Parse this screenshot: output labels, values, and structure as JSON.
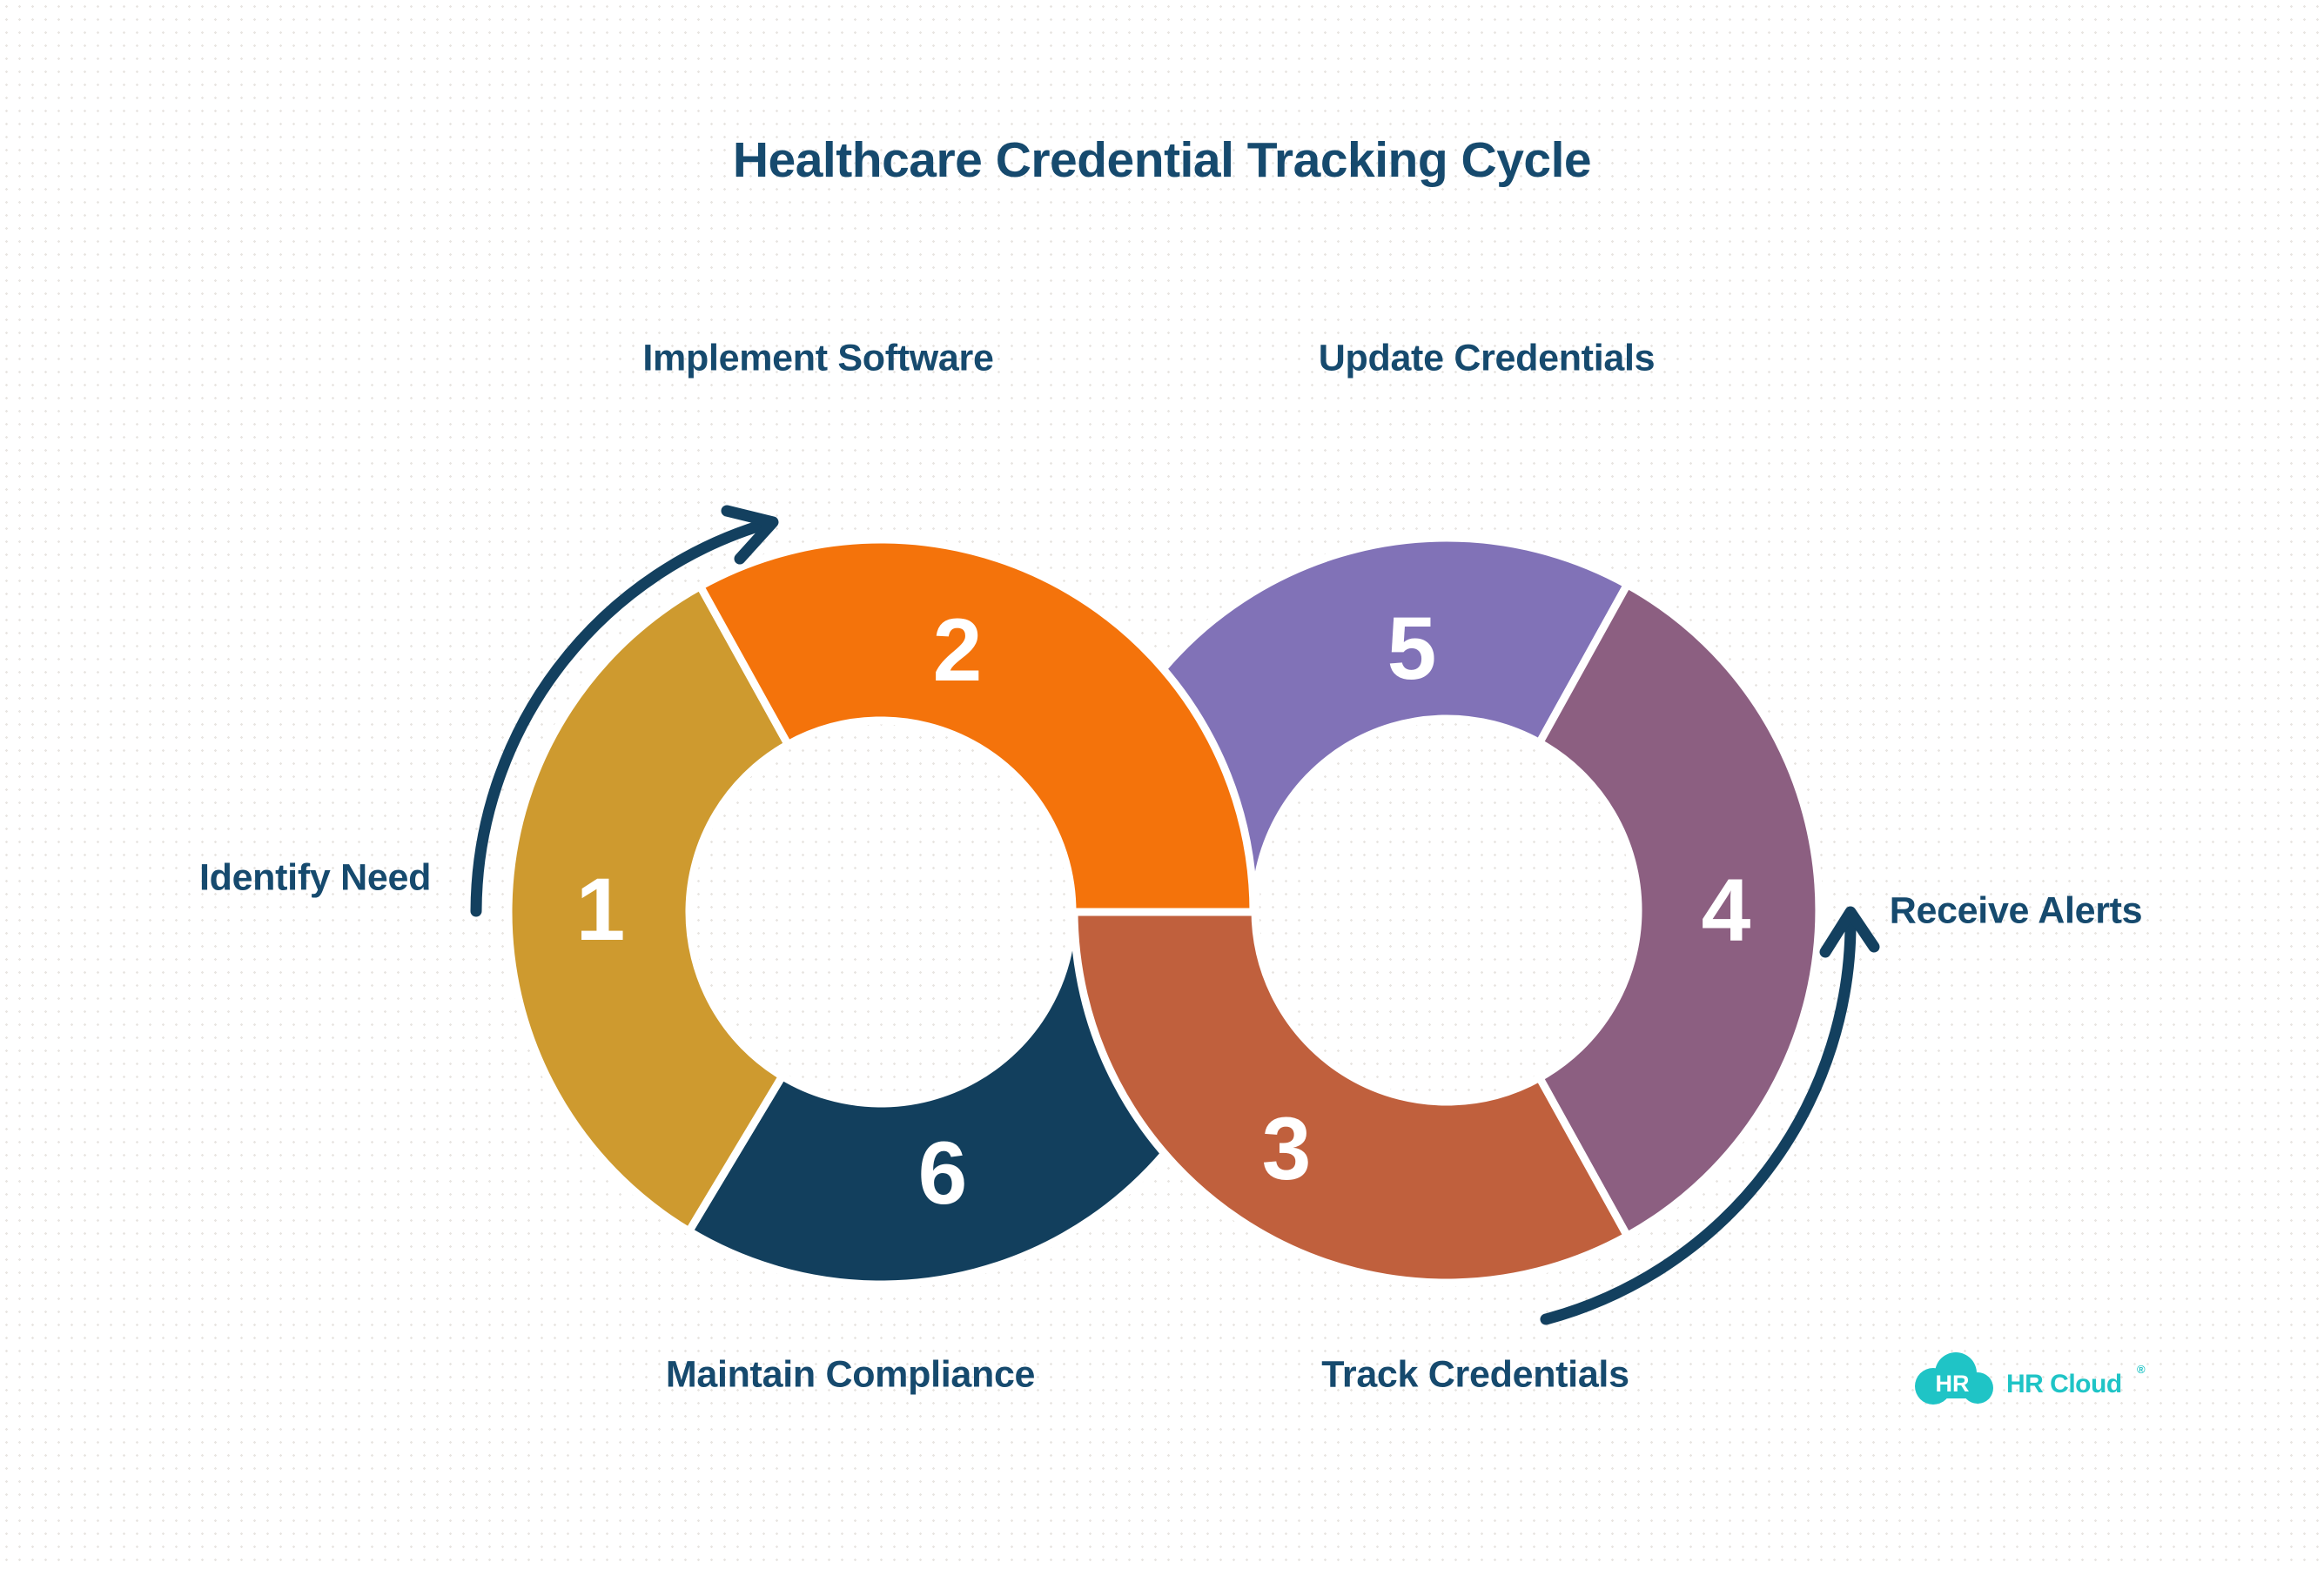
{
  "title": "Healthcare Credential Tracking Cycle",
  "colors": {
    "background": "#FFFFFF",
    "dot": "#E8E5E1",
    "title_text": "#164A6E",
    "label_text": "#164A6E",
    "number_text": "#FFFFFF",
    "segment_stroke": "#FFFFFF",
    "arrow": "#13405F",
    "logo_teal": "#1FC4C6",
    "logo_hr_text": "#FFFFFF"
  },
  "cycle": {
    "steps": [
      {
        "number": "1",
        "label": "Identify Need",
        "color": "#CE9A2F"
      },
      {
        "number": "2",
        "label": "Implement Software",
        "color": "#F4730B"
      },
      {
        "number": "3",
        "label": "Track Credentials",
        "color": "#C0603D"
      },
      {
        "number": "4",
        "label": "Receive Alerts",
        "color": "#8C5F81"
      },
      {
        "number": "5",
        "label": "Update Credentials",
        "color": "#8172B7"
      },
      {
        "number": "6",
        "label": "Maintain Compliance",
        "color": "#123F5D"
      }
    ]
  },
  "logo": {
    "icon_text": "HR",
    "name": "HR Cloud",
    "registered_mark": "®"
  }
}
